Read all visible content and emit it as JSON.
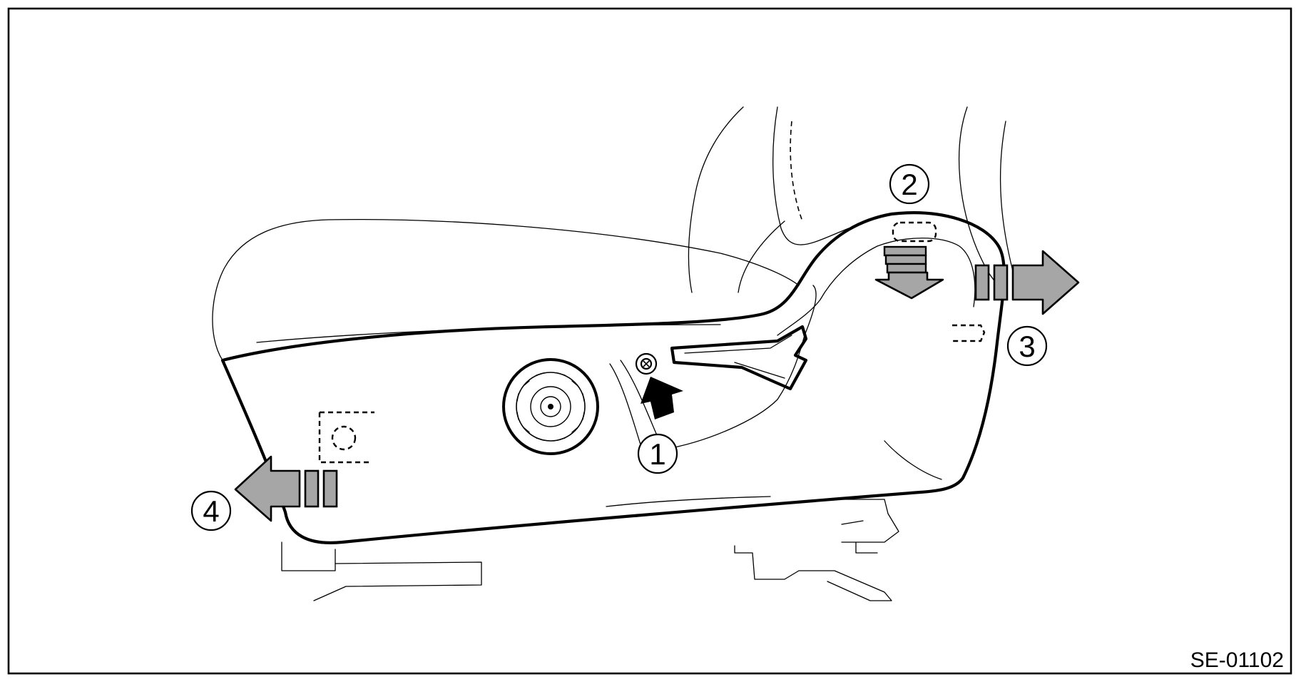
{
  "figure": {
    "drawing_code": "SE-01102",
    "callouts": [
      "1",
      "2",
      "3",
      "4"
    ],
    "icons": {
      "arrow_1": "up-arrow-icon",
      "arrow_2": "down-arrow-icon",
      "arrow_3": "right-arrow-icon",
      "arrow_4": "left-arrow-icon",
      "screw": "screw-icon",
      "knob": "recline-knob-icon"
    },
    "colors": {
      "line": "#000000",
      "arrow_fill": "#a6a6a6",
      "background": "#ffffff"
    }
  }
}
